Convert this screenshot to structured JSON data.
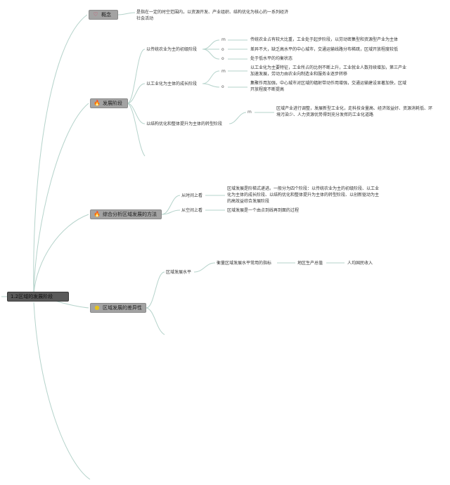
{
  "root": {
    "label": "1.2区域的发展阶段"
  },
  "icons": {
    "concept": "heart-icon",
    "stages": "fire-icon",
    "method": "fire-icon",
    "diff": "lightbulb-icon"
  },
  "branches": {
    "concept": {
      "label": "概念",
      "definition": "是指在一定的时空范围内，以资源开发、产业组织、结构优化为核心的一系列经济社会活动"
    },
    "stages": {
      "label": "发展阶段",
      "stage1": {
        "label": "以传统农业为主的初级阶段",
        "marker1": "m",
        "item1": "传统农业占有较大比重，工业处于起步阶段，以劳动密集型和资源型产业为主体",
        "marker2": "o",
        "item2": "差异不大，缺乏高水平的中心城市，交通运输线路分布稀疏，区域开放程度较低",
        "marker3": "o",
        "item3": "处于低水平的均衡状态"
      },
      "stage2": {
        "label": "以工业化为主体的成长阶段",
        "marker1": "m",
        "item1": "以工业化为主要特征，工业所占的比例不断上升，工业就业人数持续增加，第三产业加速发展，劳动力由农业向制造业和服务业逐步转移",
        "marker2": "o",
        "item2": "集聚作用加强，中心城市对区域的辐射带动作用增强，交通运输建设显著加快，区域开放程度不断提高"
      },
      "stage3": {
        "label": "以结构优化和整体提升为主体的转型阶段",
        "marker1": "m",
        "item1": "区域产业进行调整，发展新型工业化，走科技含量高、经济效益好、资源消耗低、环境污染少、人力资源优势得到充分发挥的工业化道路"
      }
    },
    "method": {
      "label": "综合分析区域发展的方法",
      "time": {
        "label": "从时间上看",
        "text": "区域发展是阶梯式递进。一般分为四个阶段：以传统农业为主的初级阶段、以工业化为主体的成长阶段、以结构优化和整体提升为主体的转型阶段、以创新驱动为主的高效益综合发展阶段"
      },
      "space": {
        "label": "从空间上看",
        "text": "区域发展是一个由点到线再到面的过程"
      }
    },
    "diff": {
      "label": "区域发展的差异性",
      "level": {
        "label": "区域发展水平",
        "indicator": "衡量区域发展水平常用的指标",
        "gdp": "地区生产总值",
        "income": "人均国民收入"
      }
    }
  }
}
